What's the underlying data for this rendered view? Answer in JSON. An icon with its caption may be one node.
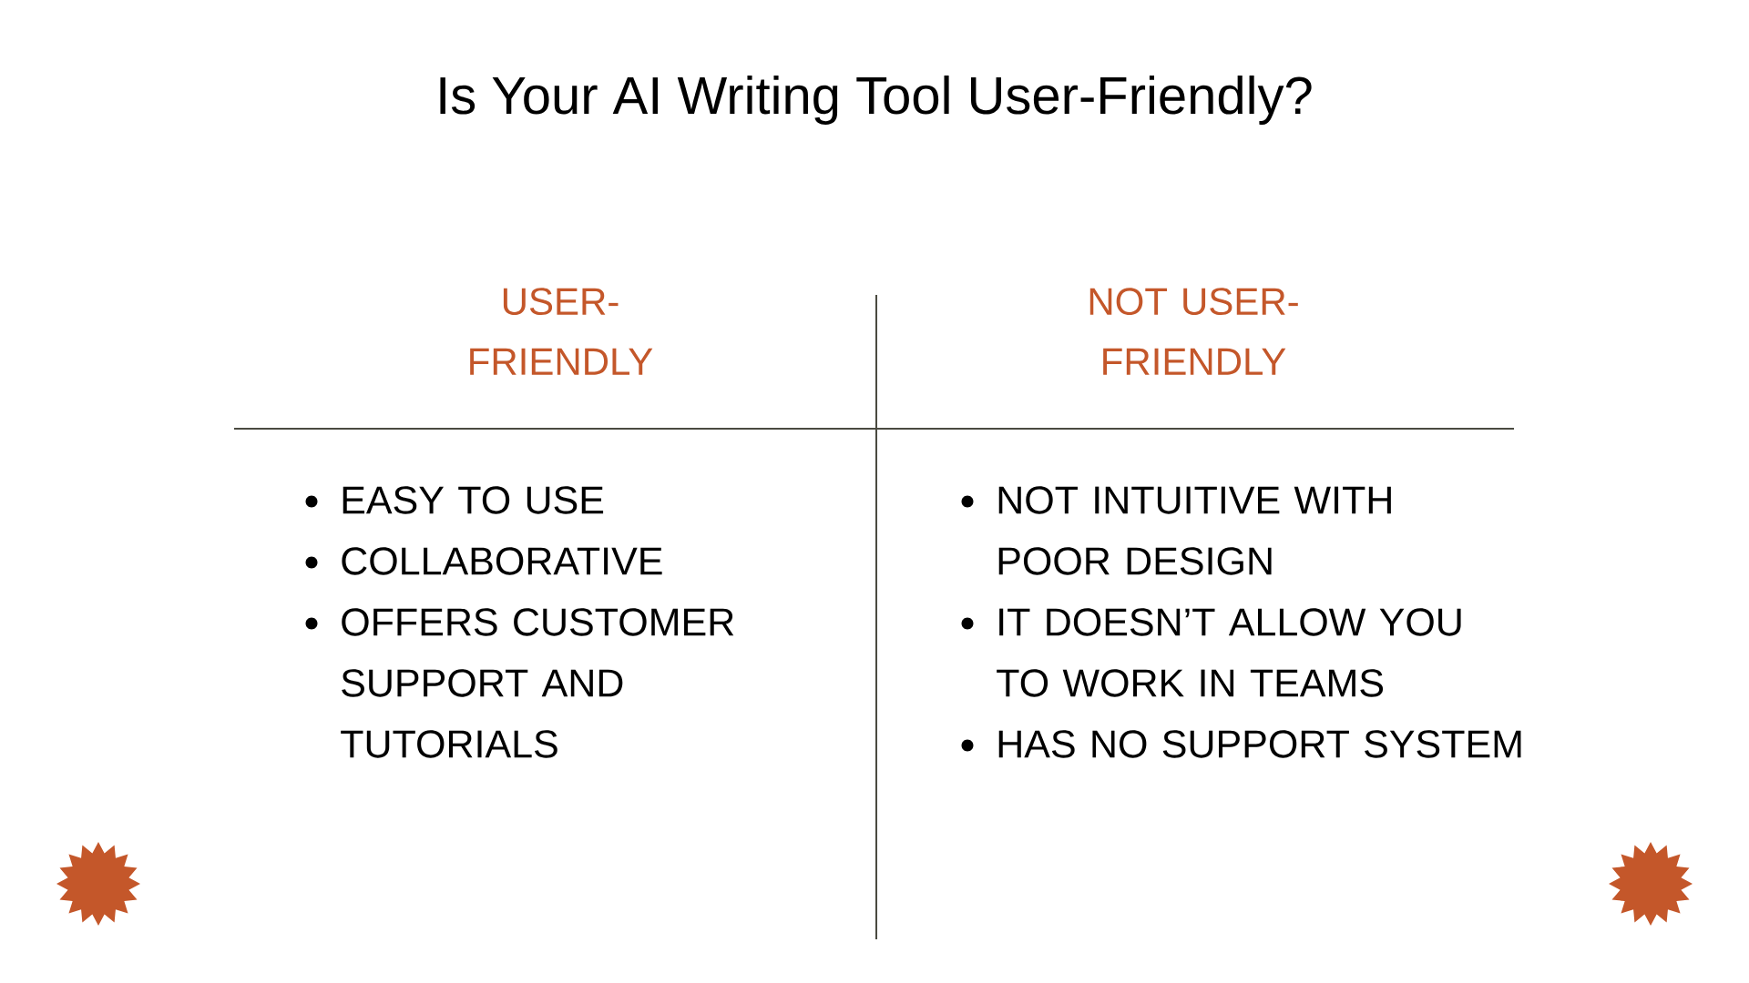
{
  "diagram": {
    "title": "Is Your AI Writing Tool User-Friendly?",
    "labels": [
      "USER-FRIENDLY",
      "NOT USER-FRIENDLY",
      "EASY TO USE",
      "COLLABORATIVE",
      "OFFERS CUSTOMER SUPPORT AND TUTORIALS",
      "NOT INTUITIVE WITH POOR DESIGN",
      "IT DOESN’T ALLOW YOU TO WORK IN TEAMS",
      "HAS NO SUPPORT SYSTEM"
    ]
  }
}
